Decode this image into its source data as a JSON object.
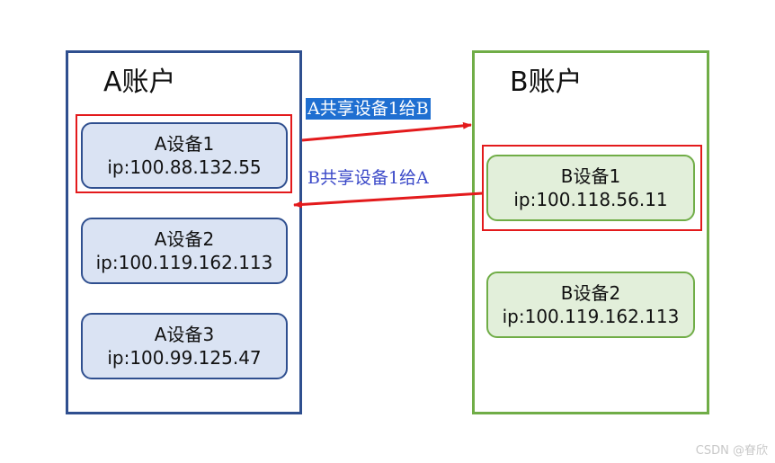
{
  "account_a": {
    "title": "A账户",
    "devices": [
      {
        "name": "A设备1",
        "ip": "ip:100.88.132.55"
      },
      {
        "name": "A设备2",
        "ip": "ip:100.119.162.113"
      },
      {
        "name": "A设备3",
        "ip": "ip:100.99.125.47"
      }
    ]
  },
  "account_b": {
    "title": "B账户",
    "devices": [
      {
        "name": "B设备1",
        "ip": "ip:100.118.56.11"
      },
      {
        "name": "B设备2",
        "ip": "ip:100.119.162.113"
      }
    ]
  },
  "arrows": {
    "a_to_b": "A共享设备1给B",
    "b_to_a": "B共享设备1给A"
  },
  "watermark": "CSDN @眘欣",
  "colors": {
    "account_a_border": "#2f4f8f",
    "account_a_fill": "#dae3f3",
    "account_b_border": "#70ad47",
    "account_b_fill": "#e2efda",
    "highlight": "#e31a1c",
    "label_a_to_b_bg": "#1f6fd1",
    "label_b_to_a_text": "#3a48c8"
  }
}
